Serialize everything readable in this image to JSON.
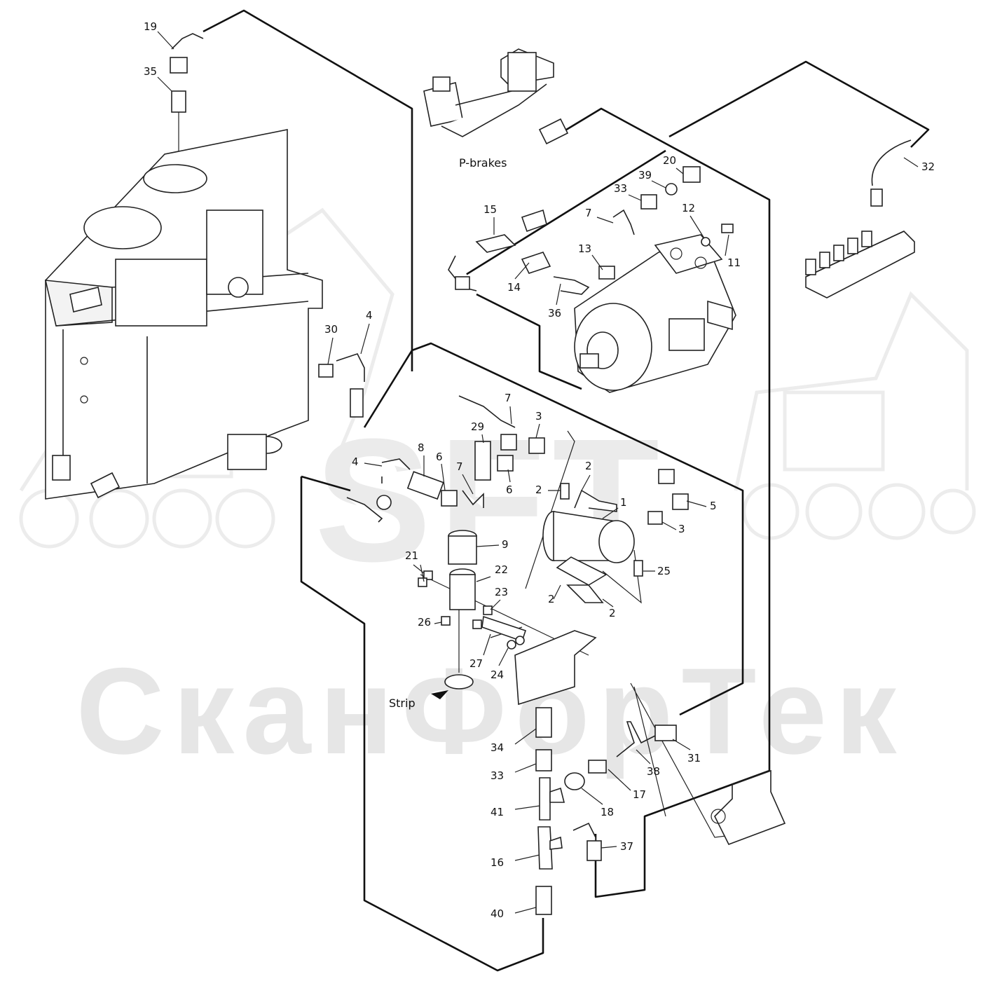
{
  "watermark": {
    "logo": "SFT",
    "company": "СканФорТек"
  },
  "labels": {
    "p_brakes": "P-brakes",
    "strip": "Strip"
  },
  "callouts": [
    {
      "id": "c19",
      "text": "19"
    },
    {
      "id": "c35",
      "text": "35"
    },
    {
      "id": "c20",
      "text": "20"
    },
    {
      "id": "c39",
      "text": "39"
    },
    {
      "id": "c33a",
      "text": "33"
    },
    {
      "id": "c32",
      "text": "32"
    },
    {
      "id": "c15",
      "text": "15"
    },
    {
      "id": "c7a",
      "text": "7"
    },
    {
      "id": "c12",
      "text": "12"
    },
    {
      "id": "c11",
      "text": "11"
    },
    {
      "id": "c13",
      "text": "13"
    },
    {
      "id": "c14",
      "text": "14"
    },
    {
      "id": "c36",
      "text": "36"
    },
    {
      "id": "c30",
      "text": "30"
    },
    {
      "id": "c4a",
      "text": "4"
    },
    {
      "id": "c7b",
      "text": "7"
    },
    {
      "id": "c3a",
      "text": "3"
    },
    {
      "id": "c29",
      "text": "29"
    },
    {
      "id": "c8",
      "text": "8"
    },
    {
      "id": "c6a",
      "text": "6"
    },
    {
      "id": "c4b",
      "text": "4"
    },
    {
      "id": "c7c",
      "text": "7"
    },
    {
      "id": "c6b",
      "text": "6"
    },
    {
      "id": "c2a",
      "text": "2"
    },
    {
      "id": "c2b",
      "text": "2"
    },
    {
      "id": "c1",
      "text": "1"
    },
    {
      "id": "c5",
      "text": "5"
    },
    {
      "id": "c3b",
      "text": "3"
    },
    {
      "id": "c9",
      "text": "9"
    },
    {
      "id": "c21",
      "text": "21"
    },
    {
      "id": "c22",
      "text": "22"
    },
    {
      "id": "c25",
      "text": "25"
    },
    {
      "id": "c23",
      "text": "23"
    },
    {
      "id": "c2c",
      "text": "2"
    },
    {
      "id": "c2d",
      "text": "2"
    },
    {
      "id": "c26",
      "text": "26"
    },
    {
      "id": "c27",
      "text": "27"
    },
    {
      "id": "c24",
      "text": "24"
    },
    {
      "id": "c34",
      "text": "34"
    },
    {
      "id": "c31",
      "text": "31"
    },
    {
      "id": "c38",
      "text": "38"
    },
    {
      "id": "c33b",
      "text": "33"
    },
    {
      "id": "c17",
      "text": "17"
    },
    {
      "id": "c18",
      "text": "18"
    },
    {
      "id": "c41",
      "text": "41"
    },
    {
      "id": "c37",
      "text": "37"
    },
    {
      "id": "c16",
      "text": "16"
    },
    {
      "id": "c40",
      "text": "40"
    }
  ]
}
